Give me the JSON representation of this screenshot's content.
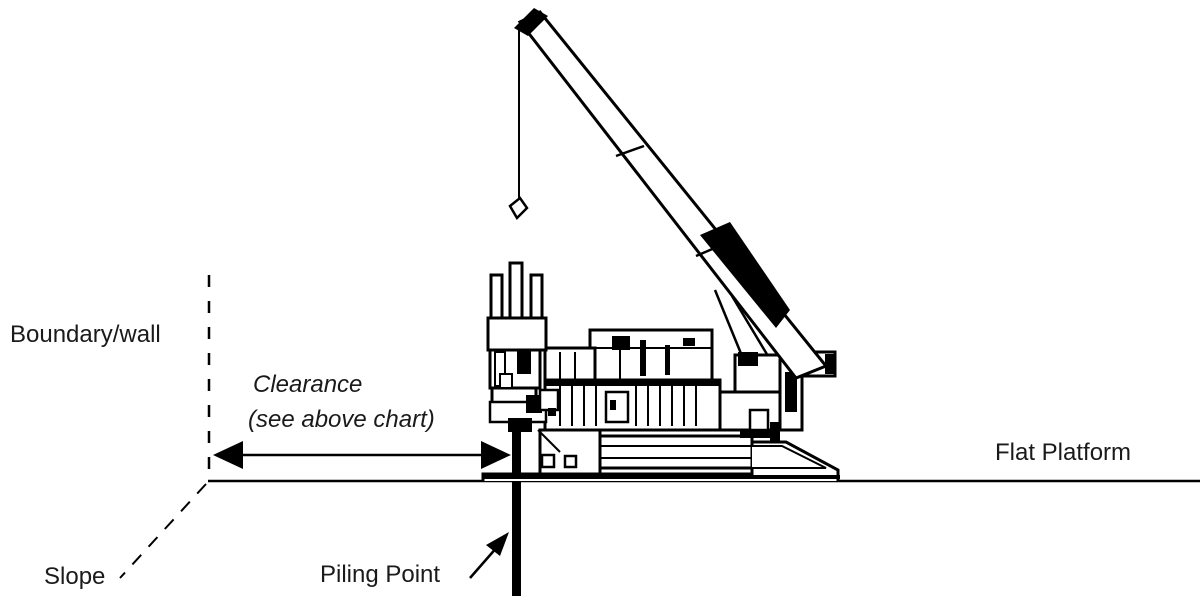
{
  "labels": {
    "boundary": "Boundary/wall",
    "clearance_line1": "Clearance",
    "clearance_line2": "(see above chart)",
    "platform": "Flat Platform",
    "slope": "Slope",
    "piling_point": "Piling Point"
  },
  "colors": {
    "ink": "#000000",
    "background": "#ffffff"
  }
}
